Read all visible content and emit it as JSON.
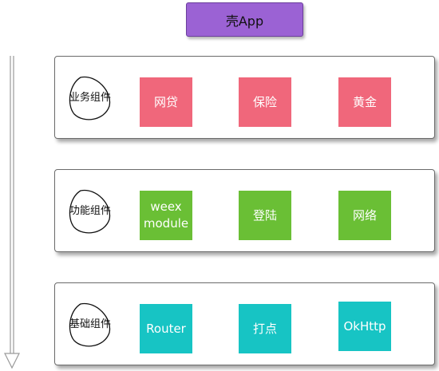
{
  "title": "壳App",
  "colors": {
    "title_bg": "#9b62d4",
    "business": "#f0677b",
    "function": "#6abf35",
    "base": "#17c4c4"
  },
  "layers": [
    {
      "label": "业务组件",
      "components": [
        "网贷",
        "保险",
        "黄金"
      ]
    },
    {
      "label": "功能组件",
      "components": [
        "weex module",
        "登陆",
        "网络"
      ]
    },
    {
      "label": "基础组件",
      "components": [
        "Router",
        "打点",
        "OkHttp"
      ]
    }
  ]
}
